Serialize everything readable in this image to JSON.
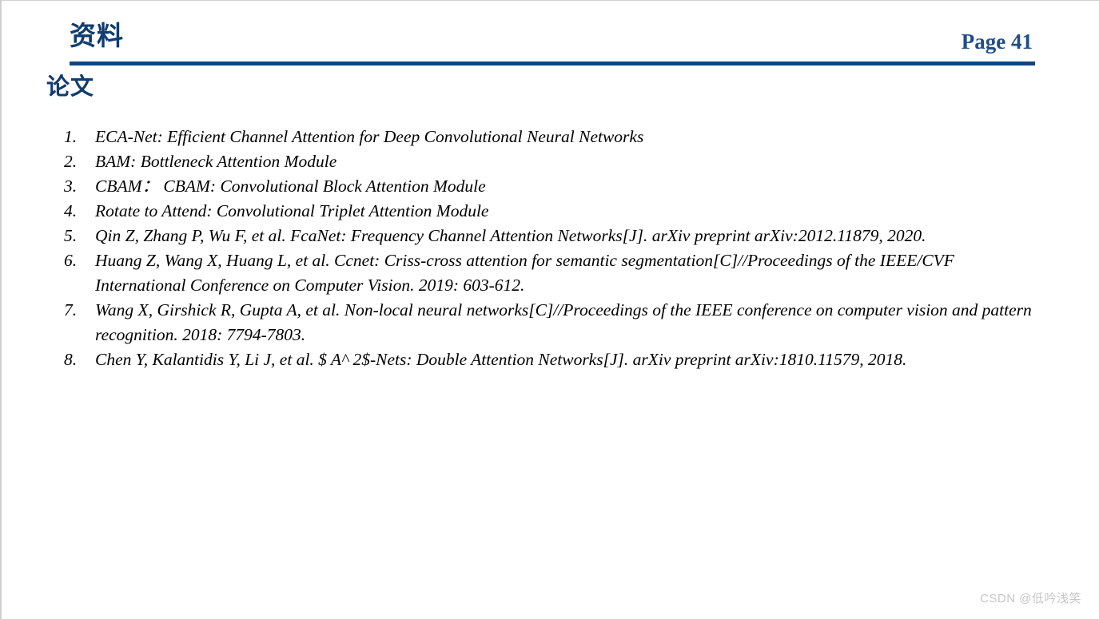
{
  "header": {
    "title": "资料",
    "page_label": "Page 41",
    "rule_color": "#11457F",
    "title_color": "#0F3C72"
  },
  "subtitle": "论文",
  "references": [
    {
      "num": "1.",
      "text": "ECA-Net: Efficient Channel Attention for Deep Convolutional Neural Networks"
    },
    {
      "num": "2.",
      "text": "BAM: Bottleneck Attention Module"
    },
    {
      "num": "3.",
      "text": "CBAM： CBAM: Convolutional Block Attention Module"
    },
    {
      "num": "4.",
      "text": "Rotate to Attend: Convolutional Triplet Attention Module"
    },
    {
      "num": "5.",
      "text": "Qin Z, Zhang P, Wu F, et al. FcaNet: Frequency Channel Attention Networks[J]. arXiv preprint arXiv:2012.11879, 2020."
    },
    {
      "num": "6.",
      "text": "Huang Z, Wang X, Huang L, et al. Ccnet: Criss-cross attention for semantic segmentation[C]//Proceedings of the IEEE/CVF International Conference on Computer Vision. 2019: 603-612."
    },
    {
      "num": "7.",
      "text": "Wang X, Girshick R, Gupta A, et al. Non-local neural networks[C]//Proceedings of the IEEE conference on computer vision and pattern recognition. 2018: 7794-7803."
    },
    {
      "num": "8.",
      "text": "Chen Y, Kalantidis Y, Li J, et al. $ A^ 2$-Nets: Double Attention Networks[J]. arXiv preprint arXiv:1810.11579, 2018."
    }
  ],
  "watermark": "CSDN @低吟浅笑"
}
